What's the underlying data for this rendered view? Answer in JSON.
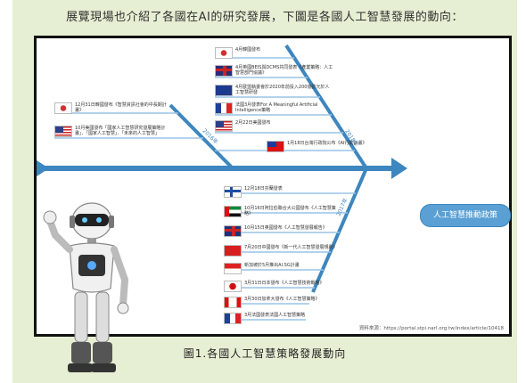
{
  "header": {
    "caption": "展覽現場也介紹了各國在AI的研究發展，下圖是各國人工智慧發展的動向："
  },
  "diagram": {
    "spine_label": "人工智慧推動政策",
    "source": "資料來源：https://portal.stpi.narl.org.tw/index/article/10418",
    "upper_year": "2018年",
    "left_year": "2016年",
    "lower_year": "2017年",
    "upper_items": [
      {
        "flag": "kr",
        "text": "4月韓國發布"
      },
      {
        "flag": "uk",
        "text": "4月英國BEIS與DCMS共同發表《產業策略：人工智慧部門協議》"
      },
      {
        "flag": "eu",
        "text": "4月歐盟執委會於2020年前投入200億歐元於人工智慧研發"
      },
      {
        "flag": "fr",
        "text": "法國3月發表For A Meaningful Artificial Intelligence策略"
      },
      {
        "flag": "us",
        "text": "2月22日美國發布"
      },
      {
        "flag": "tw",
        "text": "1月18日台灣行政院公布《AI行動計畫》"
      }
    ],
    "left_items": [
      {
        "flag": "kr",
        "text": "12月31日韓國發布《智慧資訊社會的中長期計畫》"
      },
      {
        "flag": "us",
        "text": "10月美國發布「國家人工智慧研究發展策略計畫」、「國家人工智慧」、「未來的人工智慧」"
      }
    ],
    "lower_items": [
      {
        "flag": "fi",
        "text": "12月18日芬蘭發表"
      },
      {
        "flag": "ae",
        "text": "10月16日阿拉伯聯合大公國發布《人工智慧策略》"
      },
      {
        "flag": "uk",
        "text": "10月15日英國發布《人工智慧發展報告》"
      },
      {
        "flag": "cn",
        "text": "7月20日中國發布《新一代人工智慧發展規劃》"
      },
      {
        "flag": "sg",
        "text": "新加坡於5月推出AI.SG計畫"
      },
      {
        "flag": "jp",
        "text": "3月31日日本發布《人工智慧技術戰略》"
      },
      {
        "flag": "ca",
        "text": "3月30日加拿大發布《人工智慧策略》"
      },
      {
        "flag": "fr",
        "text": "3月法國發表法國人工智慧策略"
      }
    ]
  },
  "footer": {
    "figure_caption": "圖1.各國人工智慧策略發展動向"
  },
  "colors": {
    "panel": "#e6efd3",
    "spine": "#5aa0d4",
    "accent": "#3d86bf"
  }
}
